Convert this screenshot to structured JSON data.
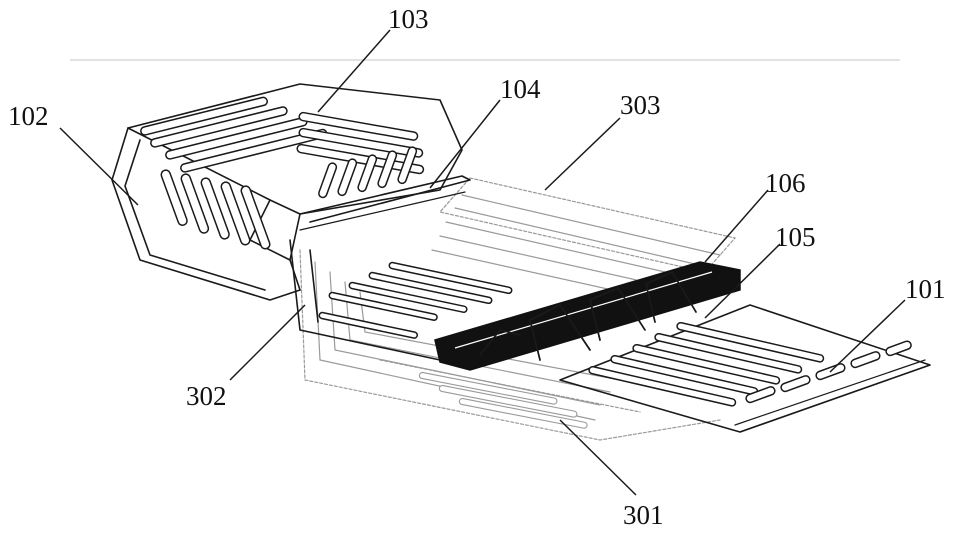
{
  "labels": {
    "l101": "101",
    "l102": "102",
    "l103": "103",
    "l104": "104",
    "l105": "105",
    "l106": "106",
    "l301": "301",
    "l302": "302",
    "l303": "303"
  }
}
